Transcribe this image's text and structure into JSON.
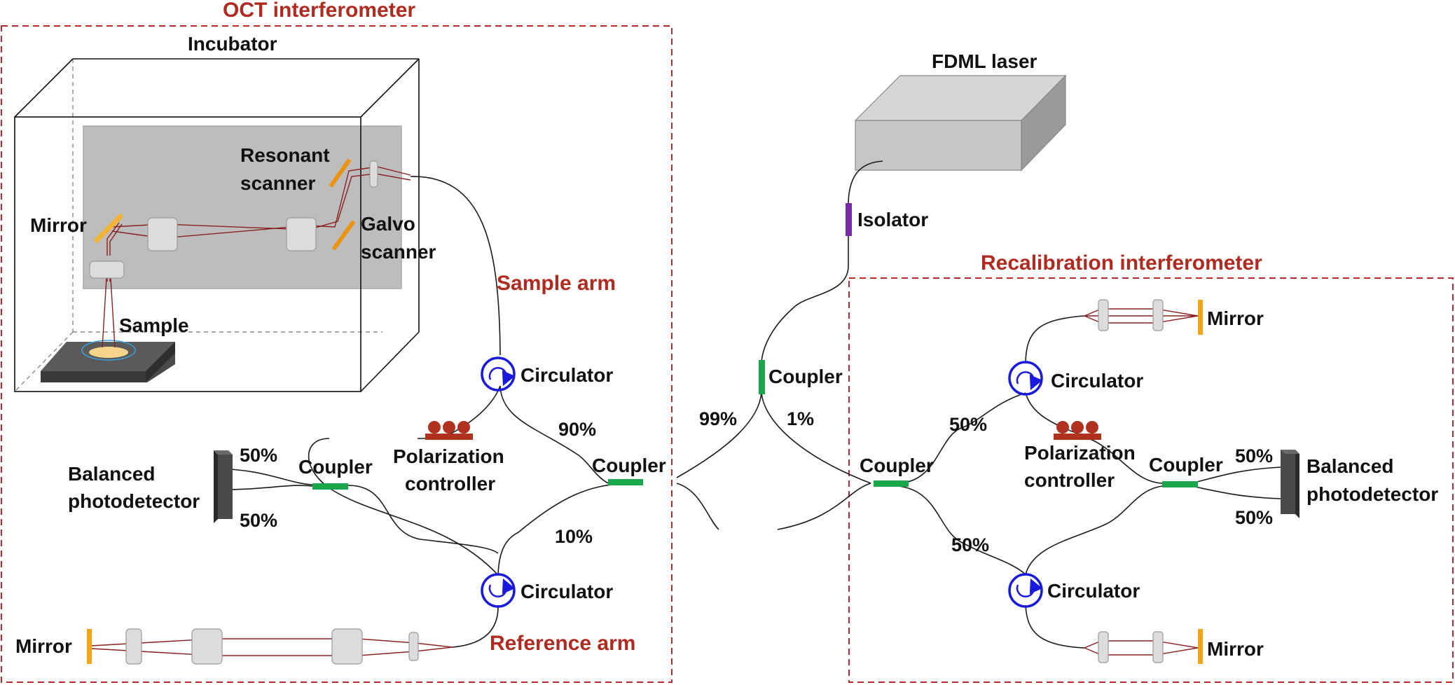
{
  "labels": {
    "oct_interferometer": "OCT interferometer",
    "incubator": "Incubator",
    "resonant_scanner_1": "Resonant",
    "resonant_scanner_2": "scanner",
    "mirror_top": "Mirror",
    "galvo_scanner_1": "Galvo",
    "galvo_scanner_2": "scanner",
    "sample": "Sample",
    "sample_arm": "Sample arm",
    "reference_arm": "Reference arm",
    "fdml_laser": "FDML laser",
    "isolator": "Isolator",
    "recalibration_interferometer": "Recalibration interferometer",
    "coupler_center": "Coupler",
    "coupler_oct_main": "Coupler",
    "coupler_oct_detector": "Coupler",
    "coupler_recal_main": "Coupler",
    "coupler_recal_detector": "Coupler",
    "circulator_sample": "Circulator",
    "circulator_reference": "Circulator",
    "circulator_recal_top": "Circulator",
    "circulator_recal_bottom": "Circulator",
    "polarization_left_1": "Polarization",
    "polarization_left_2": "controller",
    "polarization_right_1": "Polarization",
    "polarization_right_2": "controller",
    "balanced_left_1": "Balanced",
    "balanced_left_2": "photodetector",
    "balanced_right_1": "Balanced",
    "balanced_right_2": "photodetector",
    "mirror_reference": "Mirror",
    "mirror_recal_top": "Mirror",
    "mirror_recal_bottom": "Mirror"
  },
  "percentages": {
    "p99": "99%",
    "p1": "1%",
    "p90": "90%",
    "p10": "10%",
    "left_det_top": "50%",
    "left_det_bottom": "50%",
    "recal_top": "50%",
    "recal_bottom": "50%",
    "right_det_top": "50%",
    "right_det_bottom": "50%"
  },
  "colors": {
    "frame_dash": "#c0272d",
    "heading_red": "#b02a20",
    "coupler": "#1aa64a",
    "circulator": "#1a1adc",
    "isolator": "#7a2aa8",
    "mirror": "#f2a516",
    "polarization": "#b0321e"
  }
}
